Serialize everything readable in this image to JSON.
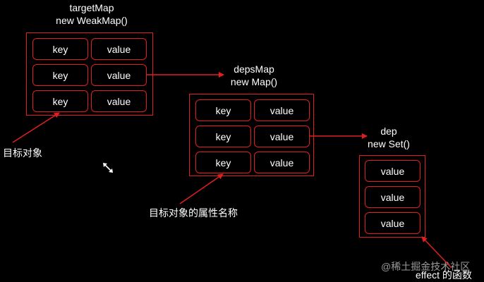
{
  "targetMap": {
    "name": "targetMap",
    "ctor": "new WeakMap()",
    "rows": [
      {
        "key": "key",
        "value": "value"
      },
      {
        "key": "key",
        "value": "value"
      },
      {
        "key": "key",
        "value": "value"
      }
    ]
  },
  "depsMap": {
    "name": "depsMap",
    "ctor": "new Map()",
    "rows": [
      {
        "key": "key",
        "value": "value"
      },
      {
        "key": "key",
        "value": "value"
      },
      {
        "key": "key",
        "value": "value"
      }
    ]
  },
  "dep": {
    "name": "dep",
    "ctor": "new Set()",
    "values": [
      "value",
      "value",
      "value"
    ]
  },
  "captions": {
    "target_object": "目标对象",
    "target_property": "目标对象的属性名称",
    "effect_fn": "effect 的函数"
  },
  "watermark": "@稀土掘金技术社区",
  "colors": {
    "background": "#000000",
    "accent": "#e02020",
    "text": "#ffffff"
  }
}
